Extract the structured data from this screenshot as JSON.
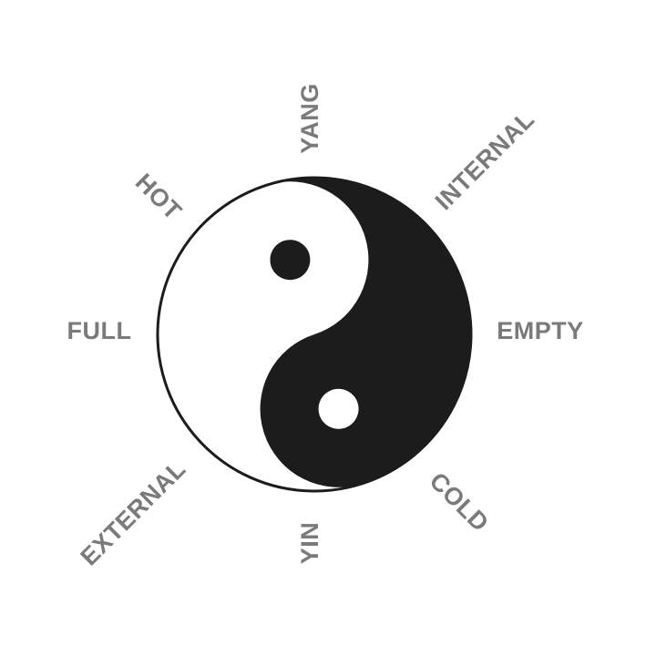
{
  "diagram": {
    "symbol": "yin-yang",
    "colors": {
      "dark": "#1c1c1c",
      "light": "#ffffff",
      "label": "#7a7a7a"
    },
    "labels": {
      "top": "YANG",
      "top_right": "INTERNAL",
      "right": "EMPTY",
      "bottom_right": "COLD",
      "bottom": "YIN",
      "bottom_left": "EXTERNAL",
      "left": "FULL",
      "top_left": "HOT"
    }
  }
}
